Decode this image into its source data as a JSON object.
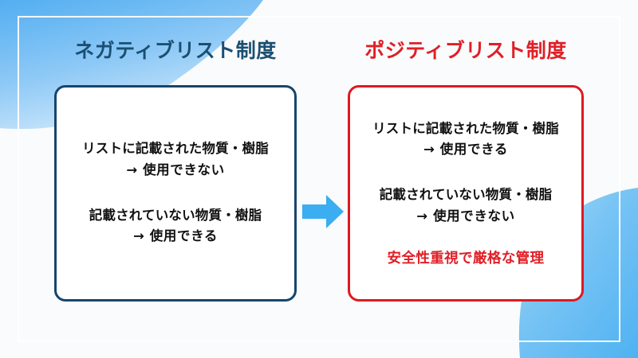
{
  "slide": {
    "background": {
      "base_color": "#fafbfc",
      "wave_top_left_from": "#5fb4f2",
      "wave_top_left_to": "#b9dcf8",
      "wave_bottom_right_from": "#5fb8f3",
      "wave_bottom_right_to": "#9fd3f6",
      "frame_color": "#ffffff"
    },
    "arrow": {
      "icon": "arrow-right-icon",
      "color": "#3aaef0",
      "direction": "right"
    },
    "panels": [
      {
        "id": "negative-list",
        "title": "ネガティブリスト制度",
        "title_color": "#1b4f72",
        "border_color": "#17456b",
        "rules": [
          {
            "line1": "リストに記載された物質・樹脂",
            "line2": "→ 使用できない"
          },
          {
            "line1": "記載されていない物質・樹脂",
            "line2": "→ 使用できる"
          }
        ],
        "note": ""
      },
      {
        "id": "positive-list",
        "title": "ポジティブリスト制度",
        "title_color": "#e01f26",
        "border_color": "#dd1a21",
        "rules": [
          {
            "line1": "リストに記載された物質・樹脂",
            "line2": "→ 使用できる"
          },
          {
            "line1": "記載されていない物質・樹脂",
            "line2": "→ 使用できない"
          }
        ],
        "note": "安全性重視で厳格な管理",
        "note_color": "#e01f26"
      }
    ]
  }
}
